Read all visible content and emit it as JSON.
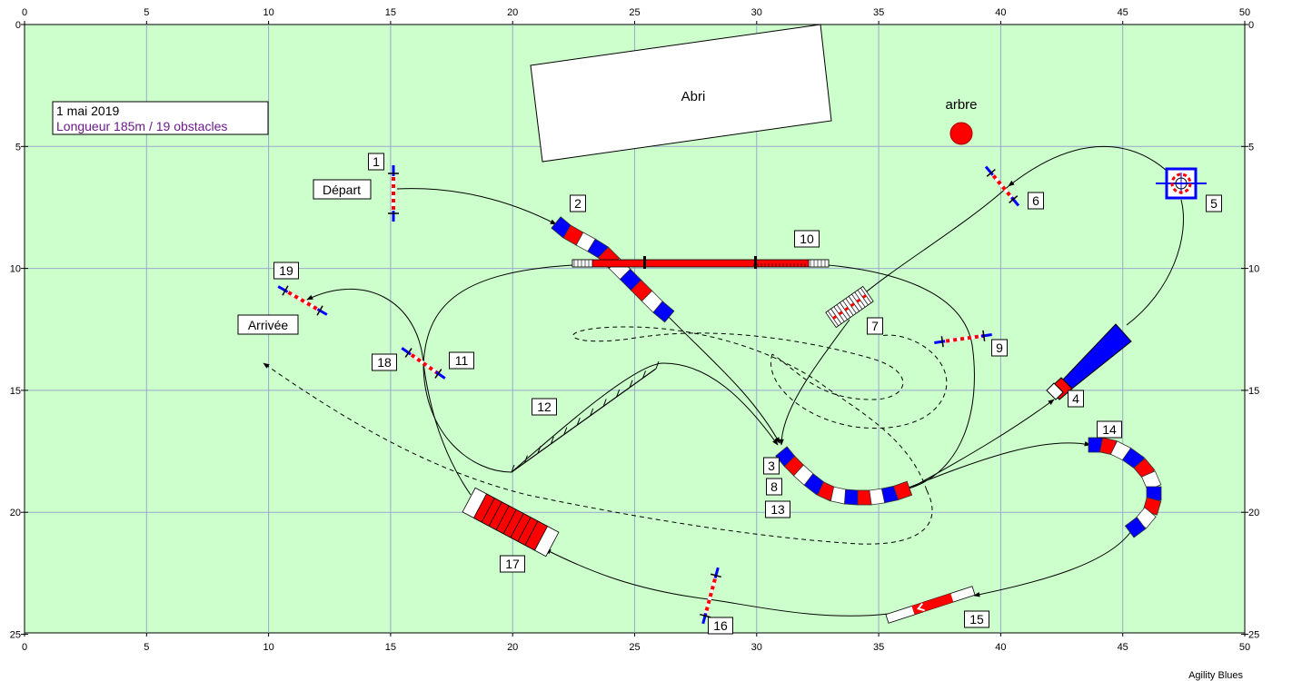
{
  "info": {
    "date": "1 mai 2019",
    "length": "Longueur 185m / 19 obstacles",
    "length_color": "#6b1a8a"
  },
  "labels": {
    "shelter": "Abri",
    "tree": "arbre",
    "start": "Départ",
    "finish": "Arrivée",
    "footer": "Agility Blues"
  },
  "colors": {
    "field": "#ccffcc",
    "grid": "#9aa9cc",
    "red": "#ff0000",
    "blue": "#0000ff"
  },
  "axis": {
    "x_ticks": [
      "0",
      "5",
      "10",
      "15",
      "20",
      "25",
      "30",
      "35",
      "40",
      "45",
      "50"
    ],
    "y_ticks": [
      "0",
      "5",
      "10",
      "15",
      "20",
      "25"
    ]
  },
  "obstacles": [
    {
      "number": "1",
      "name": "jump"
    },
    {
      "number": "2",
      "name": "tunnel"
    },
    {
      "number": "3",
      "name": "tunnel"
    },
    {
      "number": "4",
      "name": "chute"
    },
    {
      "number": "5",
      "name": "table"
    },
    {
      "number": "6",
      "name": "jump"
    },
    {
      "number": "7",
      "name": "wall"
    },
    {
      "number": "8",
      "name": "tunnel"
    },
    {
      "number": "9",
      "name": "jump"
    },
    {
      "number": "10",
      "name": "dog-walk"
    },
    {
      "number": "11",
      "name": "jump"
    },
    {
      "number": "12",
      "name": "weave-poles"
    },
    {
      "number": "13",
      "name": "tunnel"
    },
    {
      "number": "14",
      "name": "tunnel"
    },
    {
      "number": "15",
      "name": "seesaw"
    },
    {
      "number": "16",
      "name": "jump"
    },
    {
      "number": "17",
      "name": "a-frame"
    },
    {
      "number": "18",
      "name": "jump"
    },
    {
      "number": "19",
      "name": "jump"
    }
  ]
}
